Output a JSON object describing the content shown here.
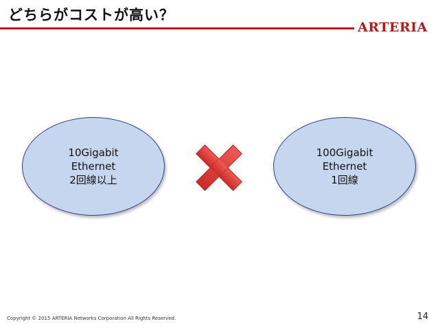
{
  "slide": {
    "title": "どちらがコストが高い？",
    "brand": "ARTERIA",
    "left_option": {
      "line1": "10Gigabit",
      "line2": "Ethernet",
      "line3": "2回線以上"
    },
    "right_option": {
      "line1": "100Gigabit",
      "line2": "Ethernet",
      "line3": "1回線"
    },
    "symbol_icon": "cross-mark-icon",
    "footer": {
      "copyright": "Copyright © 2015 ARTERIA Networks Corporation All Rights Reserved.",
      "page_number": "14"
    }
  },
  "colors": {
    "accent": "#b31b1b",
    "ellipse_fill": "#c6d6ef",
    "ellipse_border": "#2c3f8c",
    "cross": "#e0413e"
  }
}
